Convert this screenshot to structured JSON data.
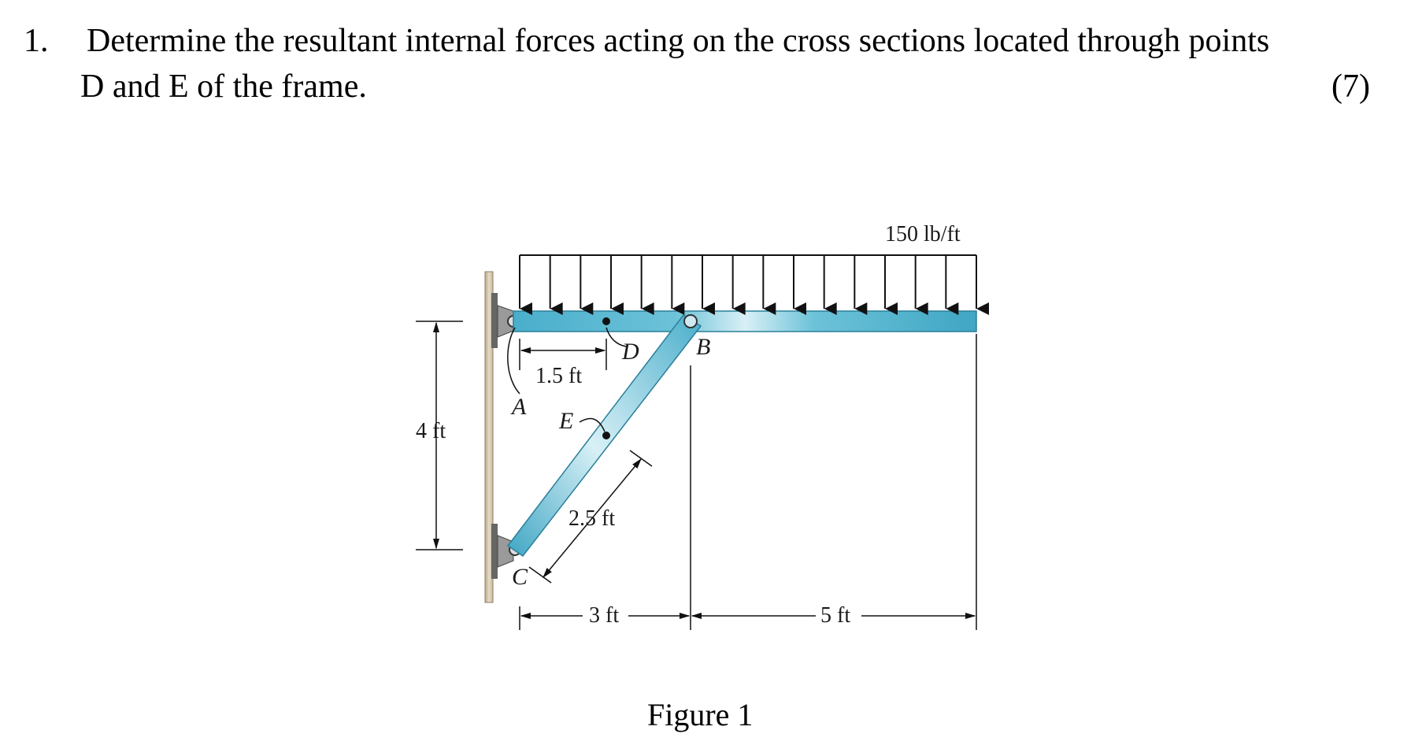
{
  "question": {
    "number": "1.",
    "line1": "Determine the resultant internal forces acting on the cross sections located through points",
    "line2": "D and E of the frame.",
    "marks": "(7)"
  },
  "figure": {
    "load_label": "150 lb/ft",
    "point_labels": {
      "a": "A",
      "b": "B",
      "c": "C",
      "d": "D",
      "e": "E"
    },
    "dims": {
      "ad": "1.5 ft",
      "ce": "2.5 ft",
      "height": "4 ft",
      "cb_horizontal": "3 ft",
      "b_end": "5 ft"
    },
    "colors": {
      "member": "#5fb8d0",
      "member_light": "#d8f0f6",
      "wall": "#d2c3a8",
      "support": "#8a8a8a"
    },
    "caption": "Figure 1"
  }
}
